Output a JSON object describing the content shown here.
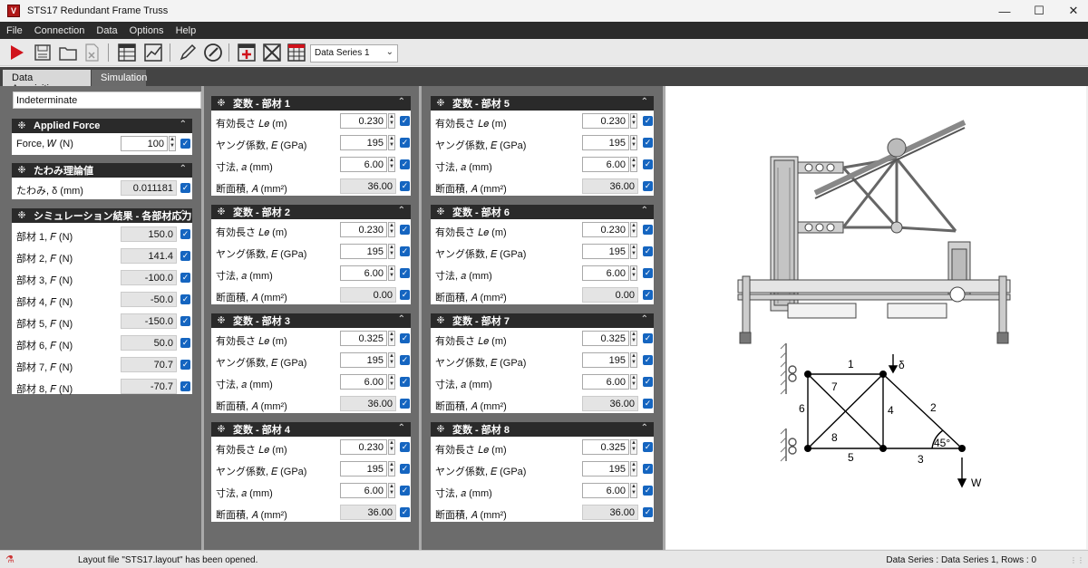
{
  "window": {
    "title": "STS17 Redundant Frame Truss"
  },
  "menu": [
    "File",
    "Connection",
    "Data",
    "Options",
    "Help"
  ],
  "toolbar": {
    "data_series": "Data Series 1"
  },
  "tabs": [
    "Data Acquisition",
    "Simulation"
  ],
  "left": {
    "mode": "Indeterminate",
    "applied_force": {
      "title": "Applied Force",
      "label": "Force, 𝑊 (N)",
      "value": "100"
    },
    "deflection": {
      "title": "たわみ理論値",
      "label": "たわみ, δ (mm)",
      "value": "0.011181"
    },
    "results": {
      "title": "シミュレーション結果 - 各部材応力",
      "rows": [
        {
          "label": "部材 1, 𝐹 (N)",
          "value": "150.0"
        },
        {
          "label": "部材 2, 𝐹 (N)",
          "value": "141.4"
        },
        {
          "label": "部材 3, 𝐹 (N)",
          "value": "-100.0"
        },
        {
          "label": "部材 4, 𝐹 (N)",
          "value": "-50.0"
        },
        {
          "label": "部材 5, 𝐹 (N)",
          "value": "-150.0"
        },
        {
          "label": "部材 6, 𝐹 (N)",
          "value": "50.0"
        },
        {
          "label": "部材 7, 𝐹 (N)",
          "value": "70.7"
        },
        {
          "label": "部材 8, 𝐹 (N)",
          "value": "-70.7"
        }
      ]
    }
  },
  "member_labels": {
    "length": "有効長さ 𝐿𝑒 (m)",
    "modulus": "ヤング係数, 𝐸 (GPa)",
    "dimension": "寸法, 𝑎 (mm)",
    "area": "断面積, 𝐴 (mm²)"
  },
  "members": [
    {
      "title": "変数 - 部材 1",
      "length": "0.230",
      "modulus": "195",
      "dimension": "6.00",
      "area": "36.00"
    },
    {
      "title": "変数 - 部材 2",
      "length": "0.230",
      "modulus": "195",
      "dimension": "6.00",
      "area": "0.00"
    },
    {
      "title": "変数 - 部材 3",
      "length": "0.325",
      "modulus": "195",
      "dimension": "6.00",
      "area": "36.00"
    },
    {
      "title": "変数 - 部材 4",
      "length": "0.230",
      "modulus": "195",
      "dimension": "6.00",
      "area": "36.00"
    },
    {
      "title": "変数 - 部材 5",
      "length": "0.230",
      "modulus": "195",
      "dimension": "6.00",
      "area": "36.00"
    },
    {
      "title": "変数 - 部材 6",
      "length": "0.230",
      "modulus": "195",
      "dimension": "6.00",
      "area": "0.00"
    },
    {
      "title": "変数 - 部材 7",
      "length": "0.325",
      "modulus": "195",
      "dimension": "6.00",
      "area": "36.00"
    },
    {
      "title": "変数 - 部材 8",
      "length": "0.325",
      "modulus": "195",
      "dimension": "6.00",
      "area": "36.00"
    }
  ],
  "diagram": {
    "labels": {
      "m1": "1",
      "m2": "2",
      "m3": "3",
      "m4": "4",
      "m5": "5",
      "m6": "6",
      "m7": "7",
      "m8": "8",
      "delta": "δ",
      "angle": "45°",
      "load": "W"
    }
  },
  "status": {
    "message": "Layout file \"STS17.layout\" has been opened.",
    "series": "Data Series : Data Series 1,  Rows : 0"
  }
}
